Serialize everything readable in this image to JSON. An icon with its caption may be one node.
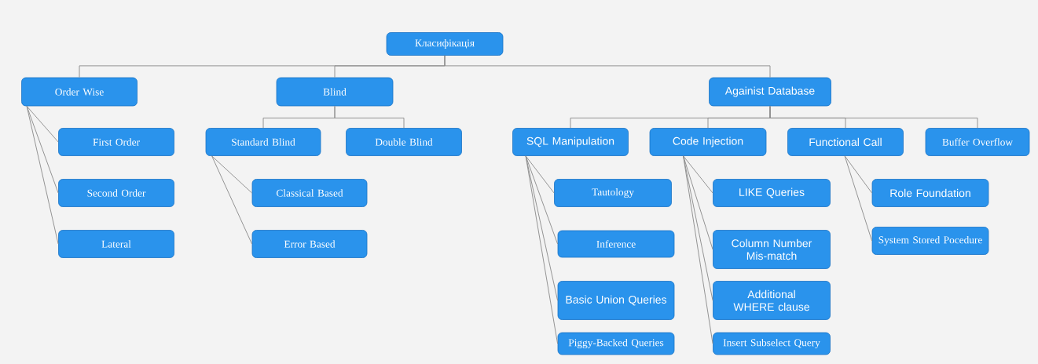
{
  "diagram": {
    "nodes": [
      {
        "text": [
          "Класифікація"
        ]
      },
      {
        "text": [
          "Order Wise"
        ]
      },
      {
        "text": [
          "Blind"
        ]
      },
      {
        "text": [
          "Againist Database"
        ]
      },
      {
        "text": [
          "First Order"
        ]
      },
      {
        "text": [
          "Second Order"
        ]
      },
      {
        "text": [
          "Lateral"
        ]
      },
      {
        "text": [
          "Standard Blind"
        ]
      },
      {
        "text": [
          "Double Blind"
        ]
      },
      {
        "text": [
          "Classical Based"
        ]
      },
      {
        "text": [
          "Error Based"
        ]
      },
      {
        "text": [
          "SQL Manipulation"
        ]
      },
      {
        "text": [
          "Code Injection"
        ]
      },
      {
        "text": [
          "Functional Call"
        ]
      },
      {
        "text": [
          "Buffer Overflow"
        ]
      },
      {
        "text": [
          "Tautology"
        ]
      },
      {
        "text": [
          "Inference"
        ]
      },
      {
        "text": [
          "Basic Union Queries"
        ]
      },
      {
        "text": [
          "Piggy-Backed Queries"
        ]
      },
      {
        "text": [
          "LIKE Queries"
        ]
      },
      {
        "text": [
          "Column Number Mis-match"
        ]
      },
      {
        "text": [
          "Additional WHERE clause"
        ]
      },
      {
        "text": [
          "Insert Subselect Query"
        ]
      },
      {
        "text": [
          "Role Foundation"
        ]
      },
      {
        "text": [
          "System Stored Pocedure"
        ]
      }
    ],
    "edges": [
      {
        "from": 0,
        "to": 1,
        "arrow": "none"
      },
      {
        "from": 0,
        "to": 2,
        "arrow": "none"
      },
      {
        "from": 0,
        "to": 3,
        "arrow": "none"
      },
      {
        "from": 1,
        "to": 4,
        "arrow": "none"
      },
      {
        "from": 1,
        "to": 5,
        "arrow": "none"
      },
      {
        "from": 1,
        "to": 6,
        "arrow": "none"
      },
      {
        "from": 2,
        "to": 7,
        "arrow": "none"
      },
      {
        "from": 2,
        "to": 8,
        "arrow": "none"
      },
      {
        "from": 7,
        "to": 9,
        "arrow": "none"
      },
      {
        "from": 7,
        "to": 10,
        "arrow": "none"
      },
      {
        "from": 3,
        "to": 11,
        "arrow": "none"
      },
      {
        "from": 3,
        "to": 12,
        "arrow": "none"
      },
      {
        "from": 3,
        "to": 13,
        "arrow": "none"
      },
      {
        "from": 3,
        "to": 14,
        "arrow": "none"
      },
      {
        "from": 11,
        "to": 15,
        "arrow": "none"
      },
      {
        "from": 11,
        "to": 16,
        "arrow": "none"
      },
      {
        "from": 11,
        "to": 17,
        "arrow": "none"
      },
      {
        "from": 11,
        "to": 18,
        "arrow": "none"
      },
      {
        "from": 12,
        "to": 19,
        "arrow": "none"
      },
      {
        "from": 12,
        "to": 20,
        "arrow": "none"
      },
      {
        "from": 12,
        "to": 21,
        "arrow": "none"
      },
      {
        "from": 12,
        "to": 22,
        "arrow": "none"
      },
      {
        "from": 13,
        "to": 23,
        "arrow": "none"
      },
      {
        "from": 13,
        "to": 24,
        "arrow": "none"
      }
    ]
  }
}
